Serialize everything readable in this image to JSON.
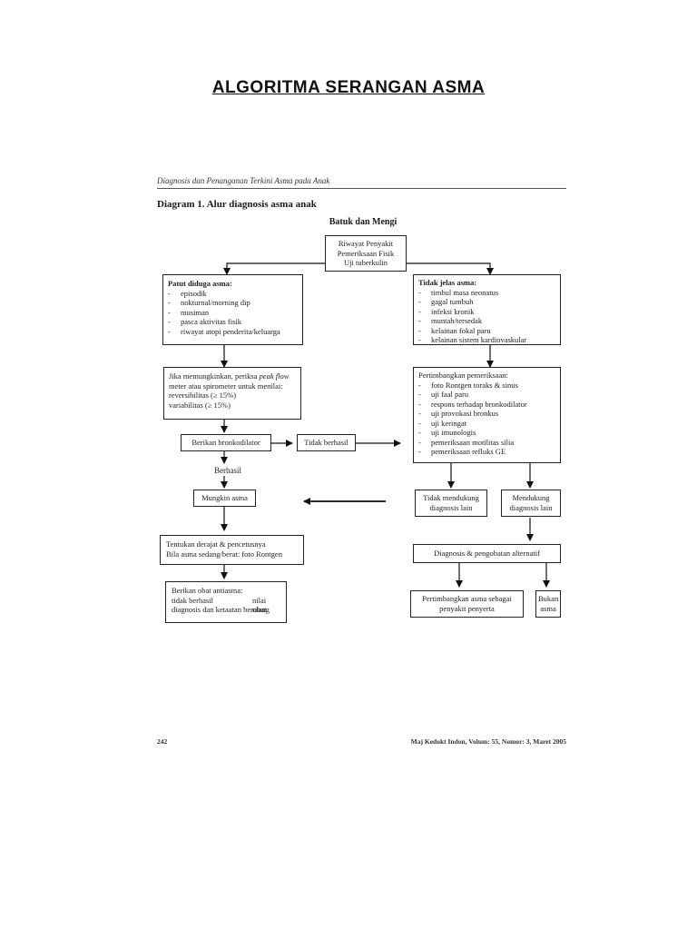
{
  "page_title": "ALGORITMA SERANGAN ASMA",
  "running_head": "Diagnosis dan Penanganan Terkini Asma pada Anak",
  "diagram_label": "Diagram 1. Alur diagnosis asma anak",
  "root": "Batuk dan Mengi",
  "nodes": {
    "history": [
      "Riwayat Penyakit",
      "Pemeriksaan Fisik",
      "Uji tuberkulin"
    ],
    "suspected": {
      "title": "Patut diduga asma:",
      "items": [
        "episodik",
        "nokturnal/morning dip",
        "musiman",
        "pasca aktivitas fisik",
        "riwayat atopi penderita/keluarga"
      ]
    },
    "unclear": {
      "title": "Tidak jelas asma:",
      "items": [
        "timbul masa neonatus",
        "gagal tumbuh",
        "infeksi kronik",
        "muntah/tersedak",
        "kelainan fokal paru",
        "kelainan sistem kardiovaskular"
      ]
    },
    "peak_flow": {
      "line1_prefix": "Jika memungkinkan, periksa ",
      "line1_italic": "peak flow",
      "lines": [
        "meter atau spirometer untuk menilai:",
        "reversibilitas (≥ 15%)",
        "variabilitas (≥ 15%)"
      ]
    },
    "consider_exam": {
      "title": "Pertimbangkan pemeriksaan:",
      "items": [
        "foto Rontgen toraks & sinus",
        "uji faal paru",
        "respons terhadap bronkodilator",
        "uji provokasi bronkus",
        "uji keringat",
        "uji imunologis",
        "pemeriksaan motilitas silia",
        "pemeriksaan refluks GE"
      ]
    },
    "give_bronchodilator": "Berikan bronkodilator",
    "not_success": "Tidak berhasil",
    "success": "Berhasil",
    "maybe_asthma": "Mungkin asma",
    "not_support": [
      "Tidak mendukung",
      "diagnosis lain"
    ],
    "support": [
      "Mendukung",
      "diagnosis lain"
    ],
    "severity": [
      "Tentukan derajat & pencetusnya",
      "Bila asma sedang/berat: foto Rontgen"
    ],
    "alt_diagnosis": "Diagnosis & pengobatan alternatif",
    "give_medication": {
      "line1": "Berikan obat antiasma:",
      "line2_left": "tidak berhasil",
      "line2_right": "nilai ulang",
      "line3": "diagnosis dan ketaatan berobat"
    },
    "comorbid": [
      "Pertimbangkan asma sebagai",
      "penyakit penyerta"
    ],
    "not_asthma": [
      "Bukan",
      "asma"
    ]
  },
  "footer": {
    "page_number": "242",
    "citation": "Maj Kedokt Indon, Volum: 55, Nomor: 3, Maret 2005"
  }
}
